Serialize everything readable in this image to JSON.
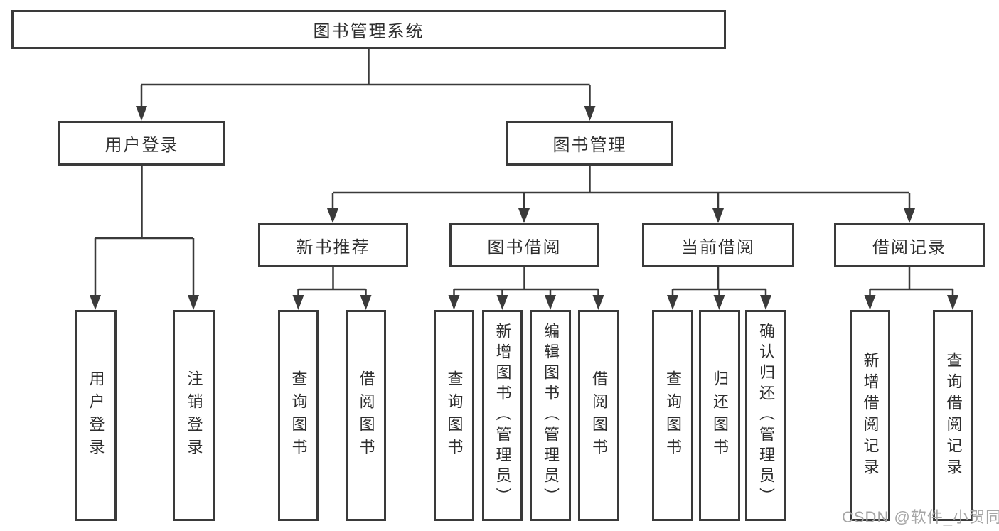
{
  "diagram": {
    "root": {
      "label": "图书管理系统"
    },
    "level2": [
      {
        "label": "用户登录",
        "children": [
          {
            "label": "用户登录"
          },
          {
            "label": "注销登录"
          }
        ]
      },
      {
        "label": "图书管理",
        "children": [
          {
            "label": "新书推荐",
            "children": [
              {
                "label": "查询图书"
              },
              {
                "label": "借阅图书"
              }
            ]
          },
          {
            "label": "图书借阅",
            "children": [
              {
                "label": "查询图书"
              },
              {
                "label": "新增图书（管理员）"
              },
              {
                "label": "编辑图书（管理员）"
              },
              {
                "label": "借阅图书"
              }
            ]
          },
          {
            "label": "当前借阅",
            "children": [
              {
                "label": "查询图书"
              },
              {
                "label": "归还图书"
              },
              {
                "label": "确认归还（管理员）"
              }
            ]
          },
          {
            "label": "借阅记录",
            "children": [
              {
                "label": "新增借阅记录"
              },
              {
                "label": "查询借阅记录"
              }
            ]
          }
        ]
      }
    ]
  },
  "watermark": {
    "text": "CSDN @软件_小贺同学"
  },
  "colors": {
    "line": "#3a3a3a",
    "box_border": "#3a3a3a",
    "text": "#2e2e2e",
    "background": "#ffffff",
    "watermark": "#a5a5a5"
  }
}
